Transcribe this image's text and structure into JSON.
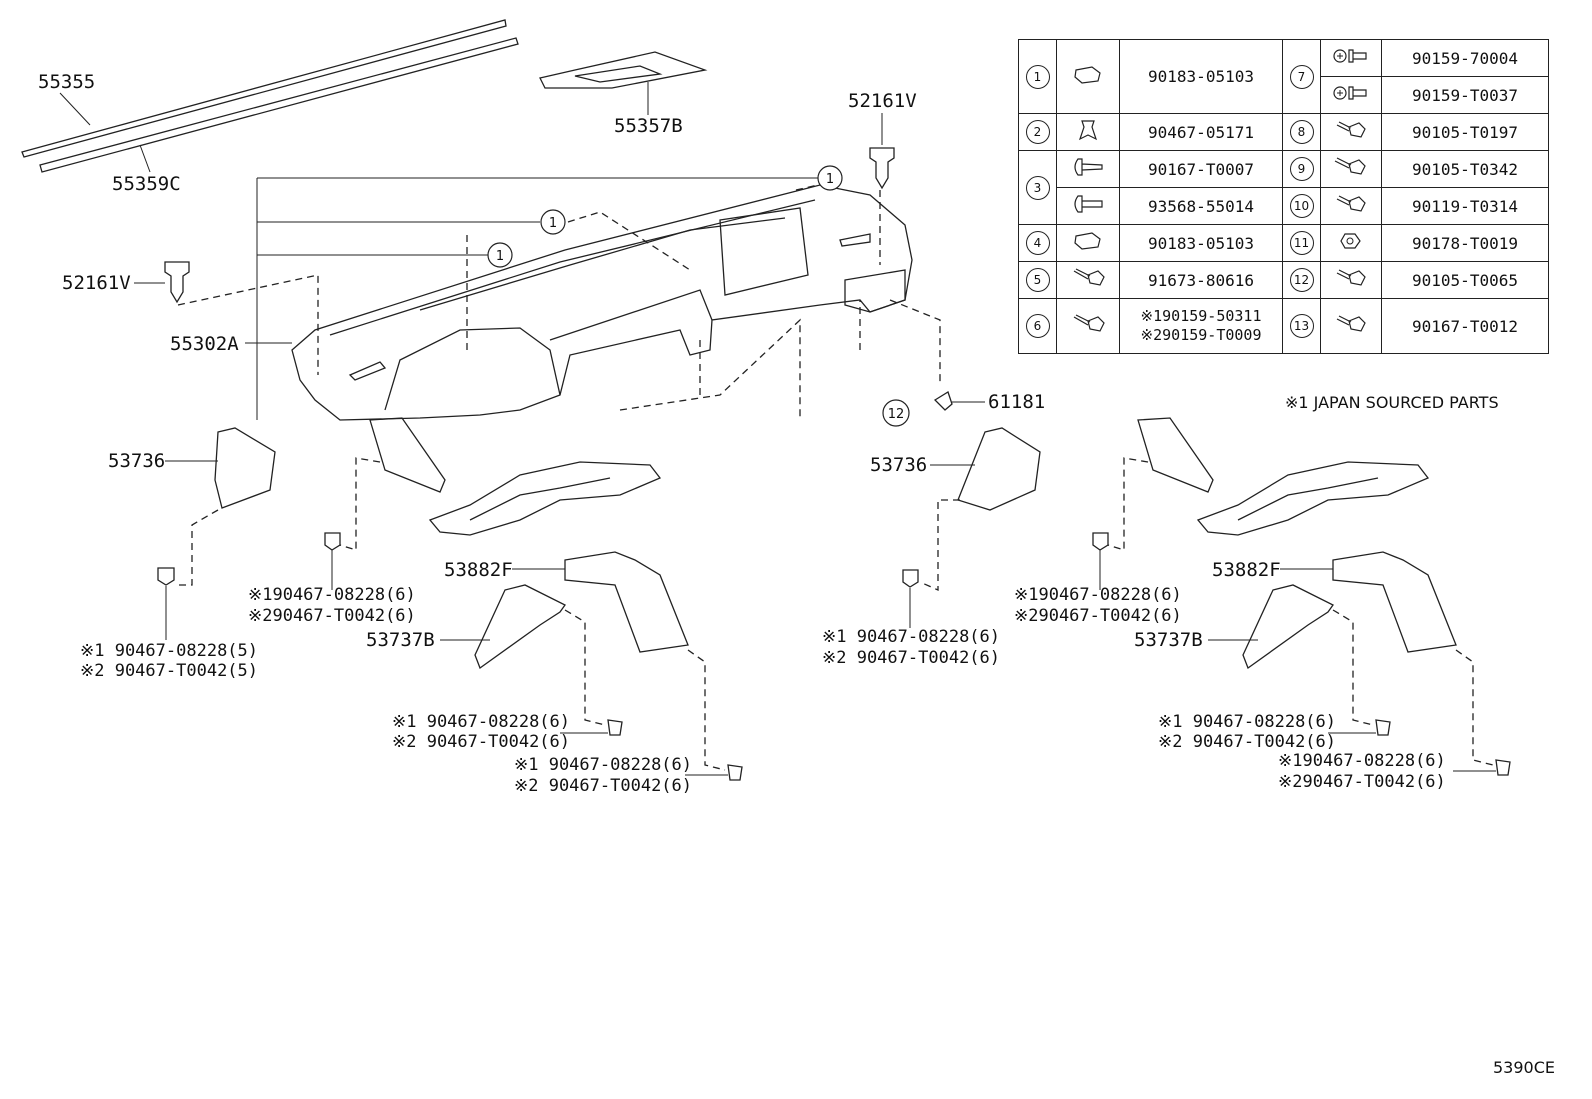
{
  "figure_code": "5390CE",
  "note": "※1  JAPAN SOURCED PARTS",
  "callouts": {
    "p55355": "55355",
    "p55359c": "55359C",
    "p55357b": "55357B",
    "p52161v_top": "52161V",
    "p52161v_left": "52161V",
    "p55302a": "55302A",
    "p61181": "61181",
    "p53736_left": "53736",
    "p53736_right": "53736",
    "p53882f_left": "53882F",
    "p53882f_right": "53882F",
    "p53737b_left": "53737B",
    "p53737b_right": "53737B",
    "clip_a1": "※1 90467-08228(5)",
    "clip_a2": "※2 90467-T0042(5)",
    "clip_b1": "※190467-08228(6)",
    "clip_b2": "※290467-T0042(6)",
    "clip_c1": "※1 90467-08228(6)",
    "clip_c2": "※2 90467-T0042(6)",
    "clip_d1": "※1 90467-08228(6)",
    "clip_d2": "※2 90467-T0042(6)",
    "clip_e1": "※1 90467-08228(6)",
    "clip_e2": "※2 90467-T0042(6)",
    "clip_f1": "※190467-08228(6)",
    "clip_f2": "※290467-T0042(6)",
    "clip_g1": "※1 90467-08228(6)",
    "clip_g2": "※2 90467-T0042(6)",
    "clip_h1": "※190467-08228(6)",
    "clip_h2": "※290467-T0042(6)"
  },
  "ref_circles": {
    "r1a": "1",
    "r1b": "1",
    "r1c": "1",
    "r12": "12"
  },
  "fasteners": {
    "f1": {
      "num": "1",
      "part": "90183-05103",
      "icon": "clip-nut-icon"
    },
    "f2": {
      "num": "2",
      "part": "90467-05171",
      "icon": "push-clip-icon"
    },
    "f3": {
      "num": "3",
      "part_a": "90167-T0007",
      "part_b": "93568-55014",
      "icon": "screw-icon"
    },
    "f4": {
      "num": "4",
      "part": "90183-05103",
      "icon": "clip-nut-icon"
    },
    "f5": {
      "num": "5",
      "part": "91673-80616",
      "icon": "bolt-icon"
    },
    "f6": {
      "num": "6",
      "part_a": "※190159-50311",
      "part_b": "※290159-T0009",
      "icon": "bolt-icon"
    },
    "f7": {
      "num": "7",
      "part_a": "90159-70004",
      "part_b": "90159-T0037",
      "icon": "phillips-screw-icon"
    },
    "f8": {
      "num": "8",
      "part": "90105-T0197",
      "icon": "bolt-icon"
    },
    "f9": {
      "num": "9",
      "part": "90105-T0342",
      "icon": "bolt-icon"
    },
    "f10": {
      "num": "10",
      "part": "90119-T0314",
      "icon": "bolt-icon"
    },
    "f11": {
      "num": "11",
      "part": "90178-T0019",
      "icon": "nut-icon"
    },
    "f12": {
      "num": "12",
      "part": "90105-T0065",
      "icon": "bolt-icon"
    },
    "f13": {
      "num": "13",
      "part": "90167-T0012",
      "icon": "bolt-icon"
    }
  }
}
